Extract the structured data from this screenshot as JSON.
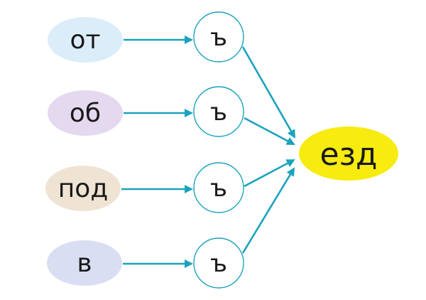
{
  "diagram": {
    "prefixes": [
      {
        "label": "от",
        "color": "#dcedfa"
      },
      {
        "label": "об",
        "color": "#e5d9ef"
      },
      {
        "label": "под",
        "color": "#efe4d3"
      },
      {
        "label": "в",
        "color": "#d9def2"
      }
    ],
    "separator": "ъ",
    "root": {
      "label": "езд",
      "color": "#f7eb10"
    },
    "colors": {
      "arrow": "#1aa3bd",
      "circle_border": "#1aa3bd"
    }
  }
}
